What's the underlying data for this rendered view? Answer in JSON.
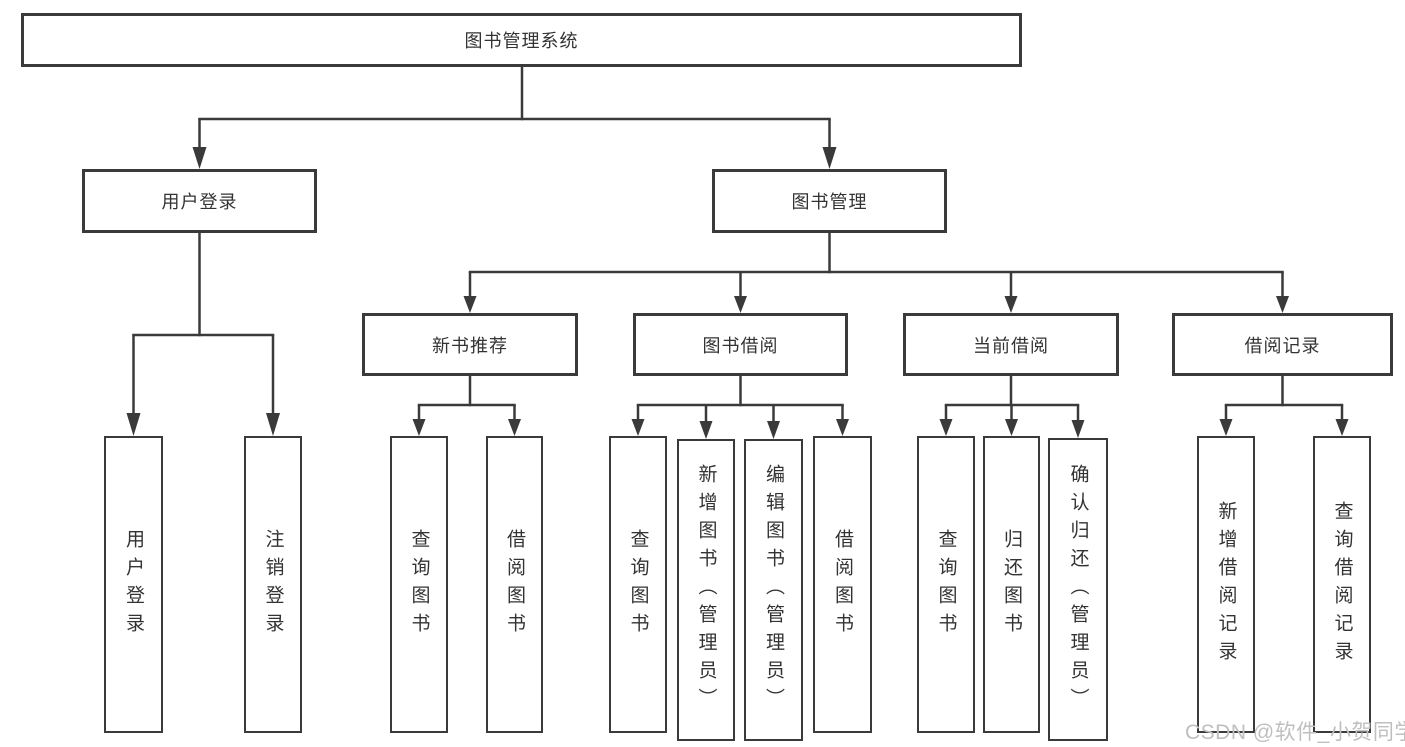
{
  "diagram": {
    "root": {
      "label": "图书管理系统"
    },
    "branches": [
      {
        "label": "用户登录",
        "children": [
          {
            "label": "用户登录"
          },
          {
            "label": "注销登录"
          }
        ]
      },
      {
        "label": "图书管理",
        "children": [
          {
            "label": "新书推荐",
            "children": [
              {
                "label": "查询图书"
              },
              {
                "label": "借阅图书"
              }
            ]
          },
          {
            "label": "图书借阅",
            "children": [
              {
                "label": "查询图书"
              },
              {
                "label": "新增图书（管理员）"
              },
              {
                "label": "编辑图书（管理员）"
              },
              {
                "label": "借阅图书"
              }
            ]
          },
          {
            "label": "当前借阅",
            "children": [
              {
                "label": "查询图书"
              },
              {
                "label": "归还图书"
              },
              {
                "label": "确认归还（管理员）"
              }
            ]
          },
          {
            "label": "借阅记录",
            "children": [
              {
                "label": "新增借阅记录"
              },
              {
                "label": "查询借阅记录"
              }
            ]
          }
        ]
      }
    ]
  },
  "watermark": {
    "text": "CSDN @软件_小贺同学"
  },
  "colors": {
    "line": "#3a3a3a",
    "text": "#333333",
    "watermark": "#bfbfc1",
    "background": "#ffffff"
  }
}
